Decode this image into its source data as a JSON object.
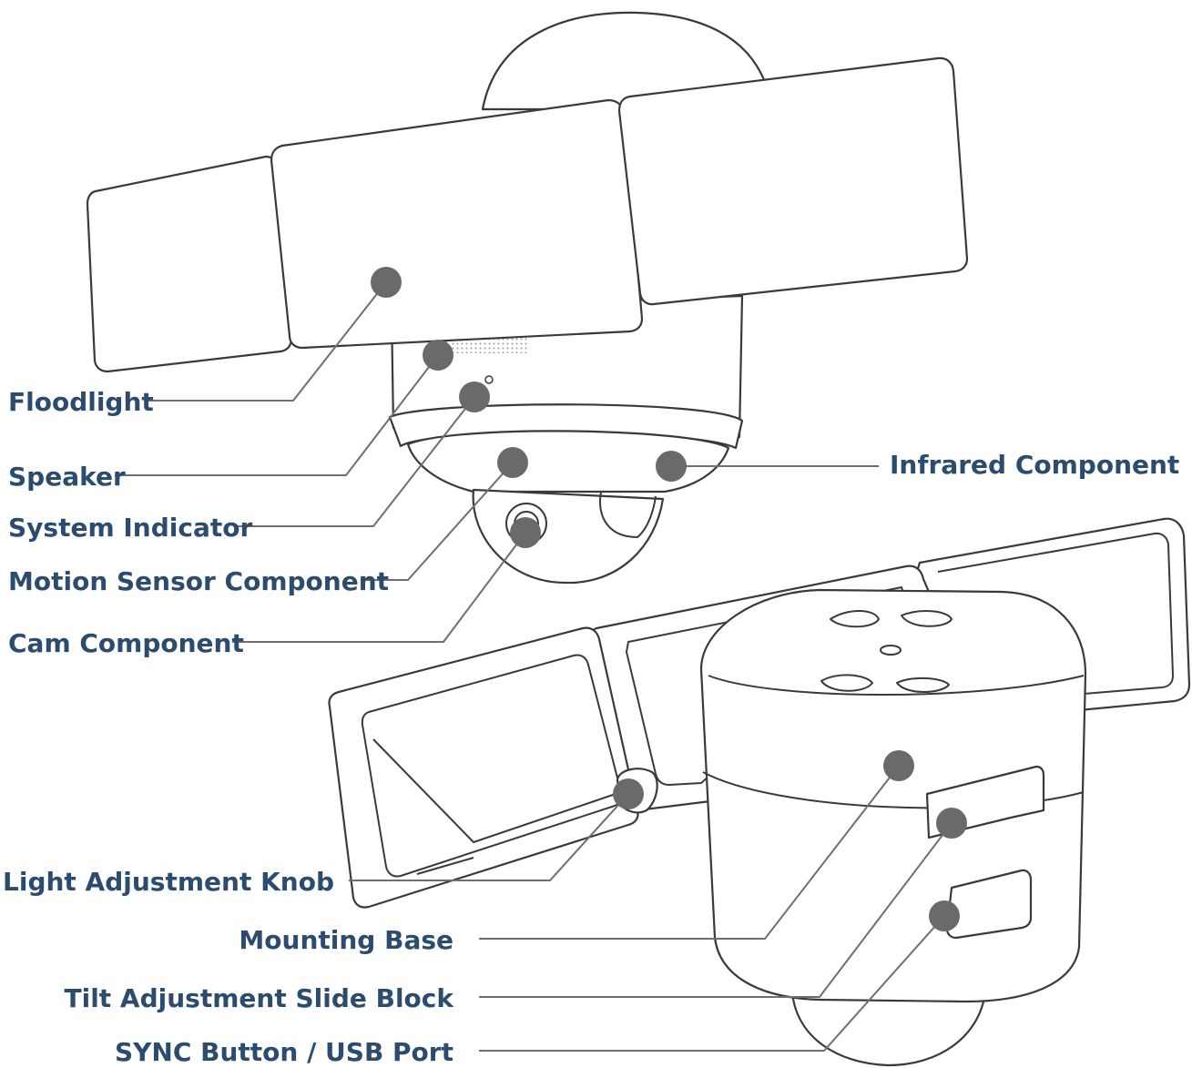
{
  "labels": {
    "floodlight": "Floodlight",
    "speaker": "Speaker",
    "system_indicator": "System Indicator",
    "motion_sensor": "Motion Sensor Component",
    "cam": "Cam Component",
    "infrared": "Infrared Component",
    "light_knob": "Light Adjustment Knob",
    "mounting_base": "Mounting Base",
    "tilt_block": "Tilt Adjustment Slide Block",
    "sync_usb": "SYNC Button / USB Port"
  },
  "colors": {
    "label": "#2b4c6f",
    "leader_line": "#6f6f6f",
    "marker": "#6a6a6a",
    "outline": "#3a3a3a"
  }
}
